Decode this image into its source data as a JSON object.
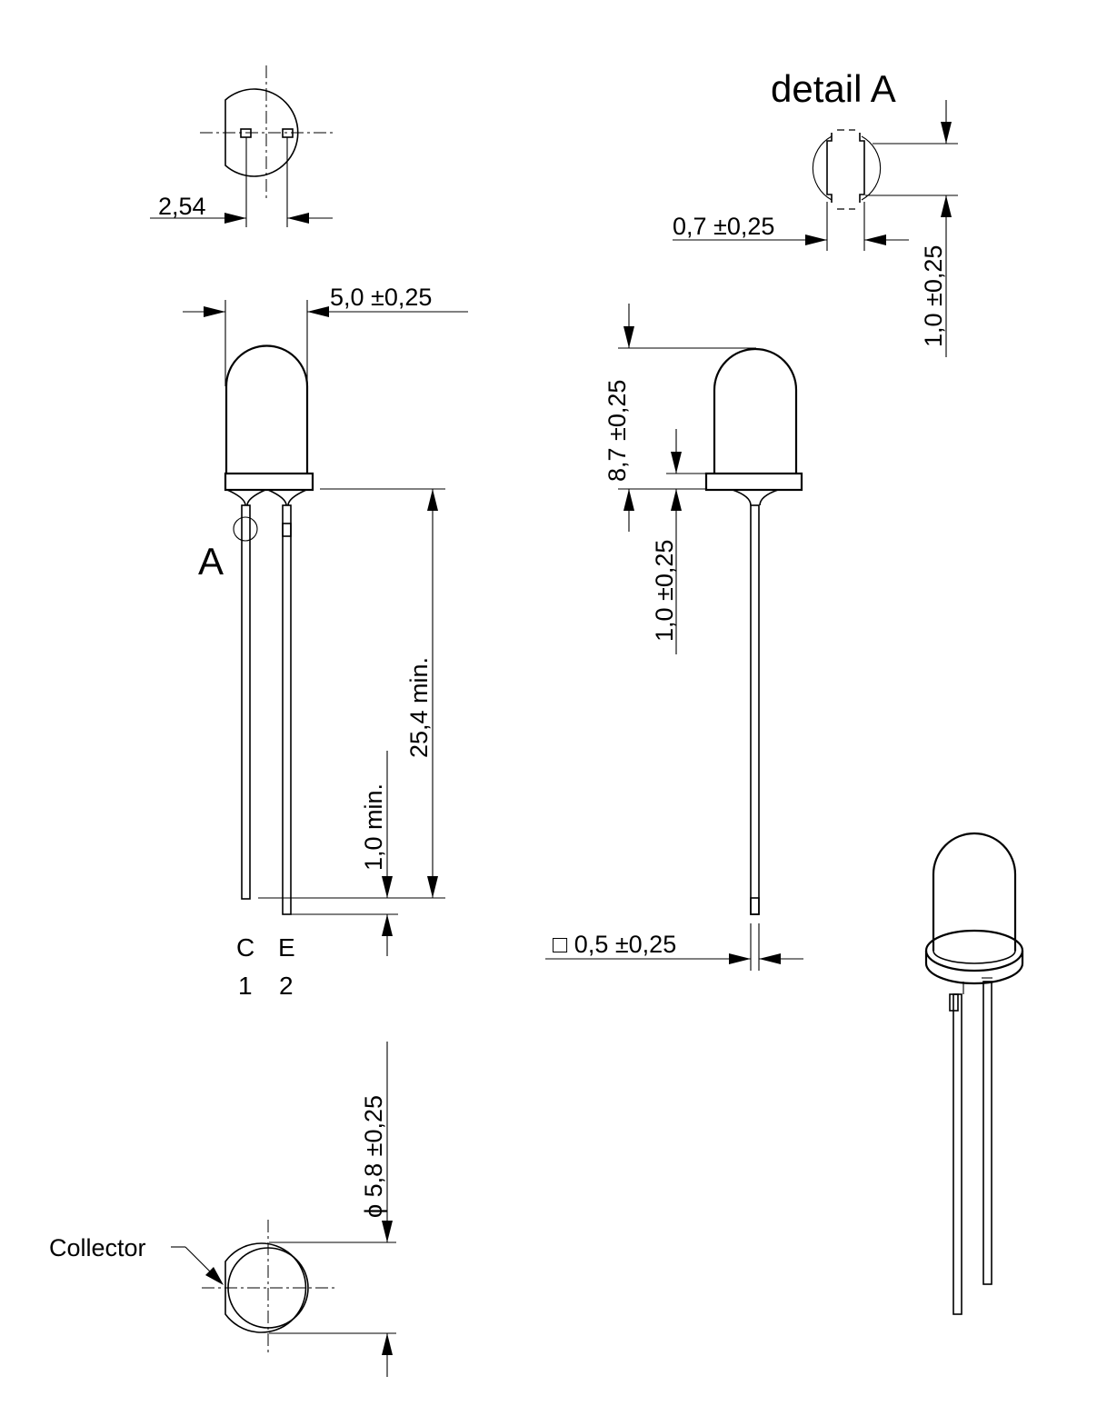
{
  "labels": {
    "pitch": "2,54",
    "body_width": "5,0  ±0,25",
    "detail_title": "detail A",
    "detail_width": "0,7  ±0,25",
    "detail_height": "1,0  ±0,25",
    "detail_marker": "A",
    "body_height": "8,7  ±0,25",
    "flange_height": "1,0  ±0,25",
    "lead_length": "25,4  min.",
    "lead_offset": "1,0  min.",
    "lead_square": "□  0,5  ±0,25",
    "pin_c": "C",
    "pin_e": "E",
    "pin_1": "1",
    "pin_2": "2",
    "flange_diameter": "ϕ  5,8 ±0,25",
    "collector": "Collector"
  },
  "colors": {
    "line": "#000000",
    "background": "#ffffff"
  }
}
